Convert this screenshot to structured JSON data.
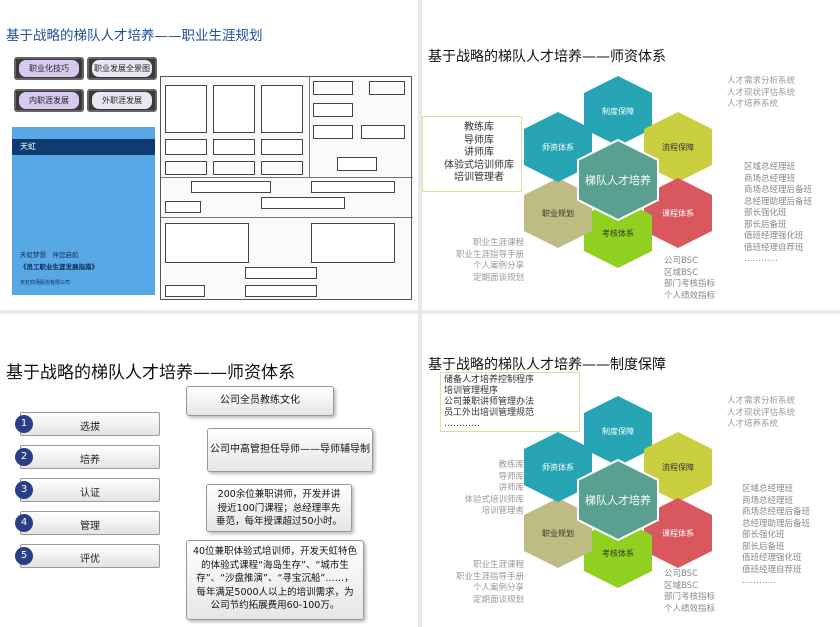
{
  "s1": {
    "title": "基于战略的梯队人才培养——职业生涯规划",
    "tags": [
      "职业化技巧",
      "职业发展全景图",
      "内职涯发展",
      "外职涯发展"
    ],
    "book": {
      "brand": "天虹",
      "line1": "天虹梦想　伴您启航",
      "line2": "《员工职业生涯发展指南》",
      "line3": "天虹商场股份有限公司"
    }
  },
  "s2": {
    "title": "基于战略的梯队人才培养——师资体系",
    "left_box": [
      "教练库",
      "导师库",
      "讲师库",
      "体验式培训师库",
      "培训管理者"
    ],
    "top_right": [
      "人才需求分析系统",
      "人才现状评估系统",
      "人才培养系统"
    ],
    "right_list": [
      "区域总经理班",
      "商场总经理班",
      "商场总经理后备班",
      "总经理助理后备班",
      "部长强化班",
      "部长后备班",
      "值班经理强化班",
      "值班经理自荐班",
      "…………"
    ],
    "left_list": [
      "职业生涯课程",
      "职业生涯指导手册",
      "个人案例分享",
      "定期面谈规划"
    ],
    "bottom_list": [
      "公司BSC",
      "区域BSC",
      "部门考核指标",
      "个人绩效指标"
    ],
    "hex": {
      "center": "梯队人才培养",
      "top": "制度保障",
      "topright": "流程保障",
      "right": "课程体系",
      "bottom": "考核体系",
      "left": "职业规划",
      "topleft": "师资体系"
    }
  },
  "s3": {
    "title": "基于战略的梯队人才培养——师资体系",
    "steps": [
      {
        "n": "1",
        "label": "选拔"
      },
      {
        "n": "2",
        "label": "培养"
      },
      {
        "n": "3",
        "label": "认证"
      },
      {
        "n": "4",
        "label": "管理"
      },
      {
        "n": "5",
        "label": "评优"
      }
    ],
    "cards": [
      "公司全员教练文化",
      "公司中高管担任导师——导师辅导制",
      "200余位兼职讲师，开发并讲授近100门课程；总经理率先垂范，每年授课超过50小时。",
      "40位兼职体验式培训师，开发天虹特色的体验式课程“海岛生存”、“城市生存”、“沙盘推演”、“寻宝沉船”……，每年满足5000人以上的培训需求，为公司节约拓展费用60-100万。"
    ]
  },
  "s4": {
    "title": "基于战略的梯队人才培养——制度保障",
    "top_box": [
      "储备人才培养控制程序",
      "培训管理程序",
      "公司兼职讲师管理办法",
      "员工外出培训管理规范",
      "…………"
    ],
    "top_right": [
      "人才需求分析系统",
      "人才现状评估系统",
      "人才培养系统"
    ],
    "left_list1": [
      "教练库",
      "导师库",
      "讲师库",
      "体验式培训师库",
      "培训管理者"
    ],
    "left_list2": [
      "职业生涯课程",
      "职业生涯指导手册",
      "个人案例分享",
      "定期面谈规划"
    ],
    "right_list": [
      "区域总经理班",
      "商场总经理班",
      "商场总经理后备班",
      "总经理助理后备班",
      "部长强化班",
      "部长后备班",
      "值班经理强化班",
      "值班经理自荐班",
      "…………"
    ],
    "bottom_list": [
      "公司BSC",
      "区域BSC",
      "部门考核指标",
      "个人绩效指标"
    ],
    "hex": {
      "center": "梯队人才培养",
      "top": "制度保障",
      "topright": "流程保障",
      "right": "课程体系",
      "bottom": "考核体系",
      "left": "职业规划",
      "topleft": "师资体系"
    }
  },
  "colors": {
    "title_blue": "#1f4e9c",
    "hex_teal": "#27a5b4",
    "hex_olive": "#c9cf3f",
    "hex_red": "#d9585e",
    "hex_green": "#90d020",
    "hex_khaki": "#bfbc82",
    "hex_center": "#59a090"
  }
}
